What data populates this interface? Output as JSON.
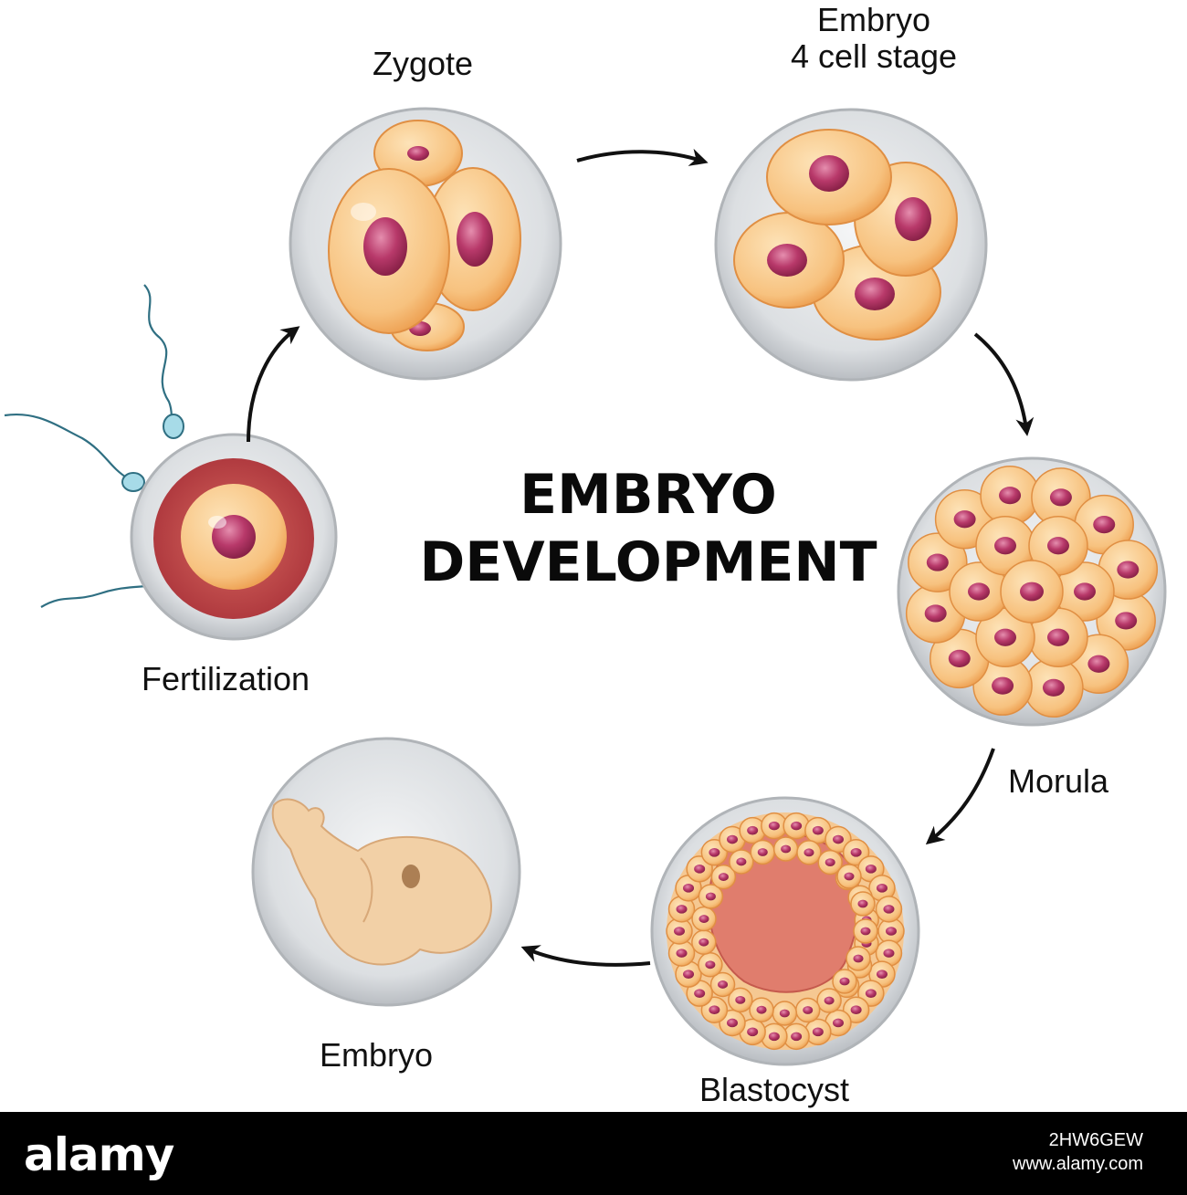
{
  "title": {
    "line1": "EMBRYO",
    "line2": "DEVELOPMENT"
  },
  "stages": [
    {
      "id": "fertilization",
      "label": "Fertilization"
    },
    {
      "id": "zygote",
      "label": "Zygote"
    },
    {
      "id": "four-cell",
      "label_line1": "Embryo",
      "label_line2": "4 cell stage"
    },
    {
      "id": "morula",
      "label": "Morula"
    },
    {
      "id": "blastocyst",
      "label": "Blastocyst"
    },
    {
      "id": "embryo",
      "label": "Embryo"
    }
  ],
  "footer": {
    "brand": "alamy",
    "image_id": "2HW6GEW",
    "site": "www.alamy.com"
  },
  "colors": {
    "membrane": "#c9ccd0",
    "membrane_inner": "#e9ebed",
    "cell": "#f6c98a",
    "cell_edge": "#e08f43",
    "nucleus": "#b2365f",
    "nucleus_light": "#e690ad",
    "egg_outer": "#c0474a",
    "cavity": "#e07d6d",
    "fetus": "#f2d0a6",
    "sperm": "#7fc6d9",
    "arrow": "#111111"
  }
}
